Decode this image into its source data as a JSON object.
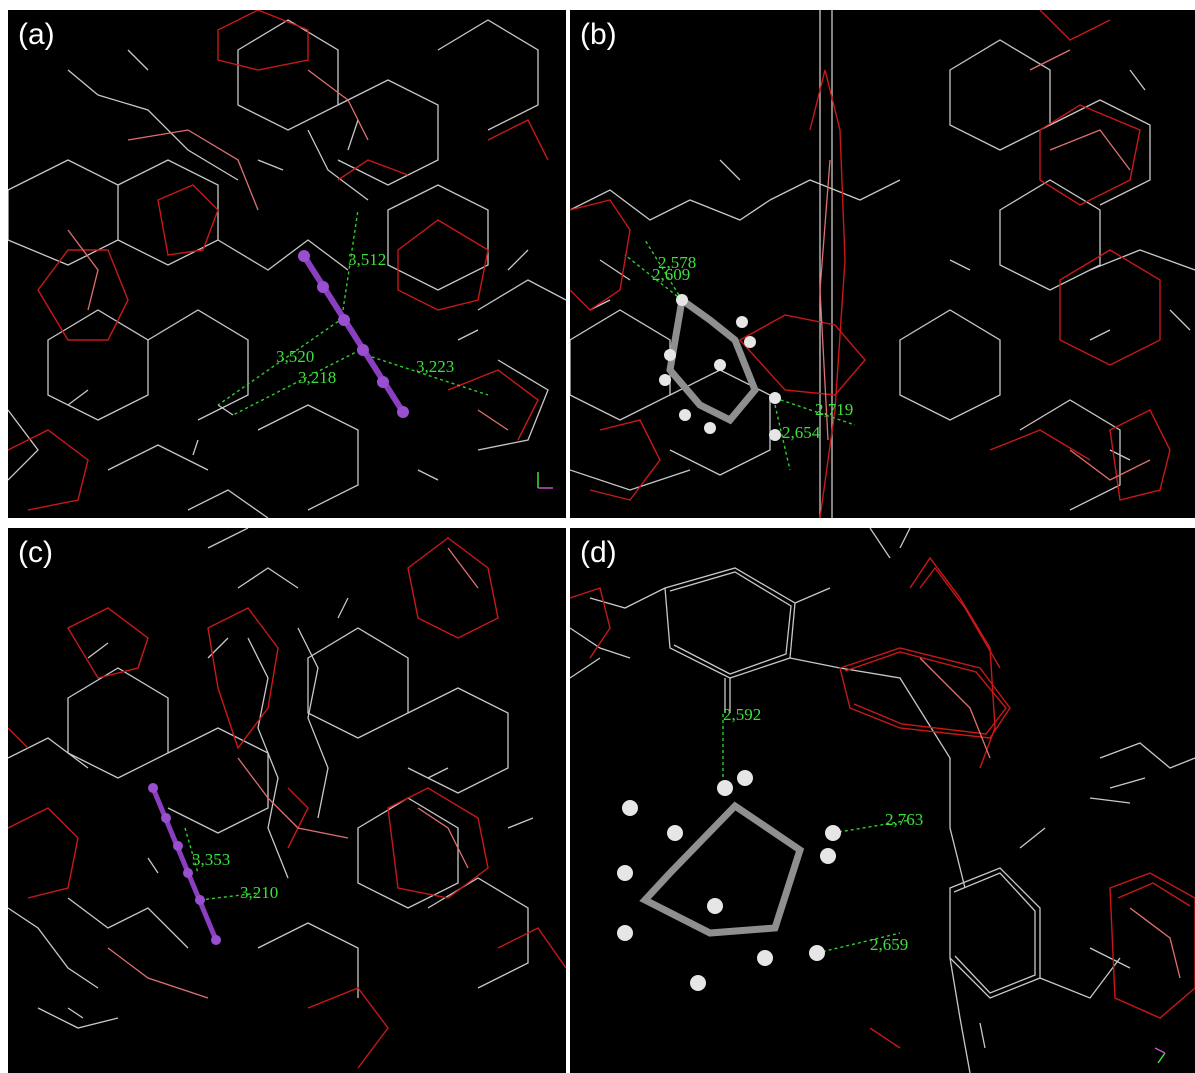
{
  "panels": {
    "a": {
      "label": "(a)",
      "distances": [
        "3,512",
        "3,520",
        "3,218",
        "3,223"
      ]
    },
    "b": {
      "label": "(b)",
      "distances": [
        "2,578",
        "2,609",
        "2,719",
        "2,654"
      ]
    },
    "c": {
      "label": "(c)",
      "distances": [
        "3,353",
        "3,210"
      ]
    },
    "d": {
      "label": "(d)",
      "distances": [
        "2,592",
        "2,763",
        "2,659"
      ]
    }
  },
  "colors": {
    "background": "#000000",
    "framework_bonds": "#c8c8c8",
    "oxygen_bonds": "#c81818",
    "hbond": "#2ccf2c",
    "iodine_molecule": "#8a3fc0",
    "cyclohexane": "#808080"
  }
}
